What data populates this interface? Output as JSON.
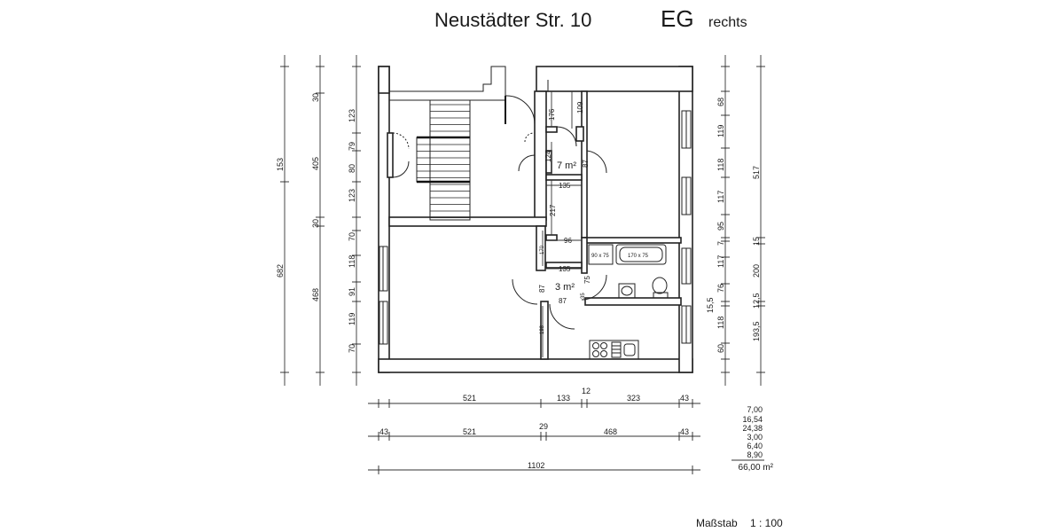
{
  "header": {
    "address": "Neustädter Str. 10",
    "floor": "EG",
    "side": "rechts"
  },
  "rooms": {
    "hall_area": "7 m²",
    "bath_area": "3 m²",
    "tub_label": "170 x 75",
    "shower_label": "90 x 75"
  },
  "dims": {
    "left_outer_1": "153",
    "left_outer_2": "682",
    "left_inner": [
      "30",
      "405",
      "30",
      "468"
    ],
    "left_inner2": [
      "123",
      "79",
      "80",
      "123",
      "70",
      "118",
      "91",
      "119",
      "70"
    ],
    "right_inner": [
      "68",
      "119",
      "118",
      "117",
      "95",
      "7",
      "117",
      "76",
      "15,5",
      "118",
      "60"
    ],
    "right_outer": [
      "517",
      "15",
      "200",
      "12,5",
      "193,5"
    ],
    "interior": [
      "176",
      "109",
      "124",
      "87",
      "135",
      "217",
      "96",
      "170",
      "135",
      "75",
      "87",
      "87",
      "35",
      "198"
    ],
    "bottom_row1": [
      "521",
      "133",
      "12",
      "323",
      "43"
    ],
    "bottom_row2": [
      "43",
      "521",
      "29",
      "468",
      "43"
    ],
    "bottom_total": "1102"
  },
  "area_list": [
    "7,00",
    "16,54",
    "24,38",
    "3,00",
    "6,40",
    "8,90"
  ],
  "area_total": "66,00 m²",
  "scale_label": "Maßstab",
  "scale_value": "1 : 100"
}
